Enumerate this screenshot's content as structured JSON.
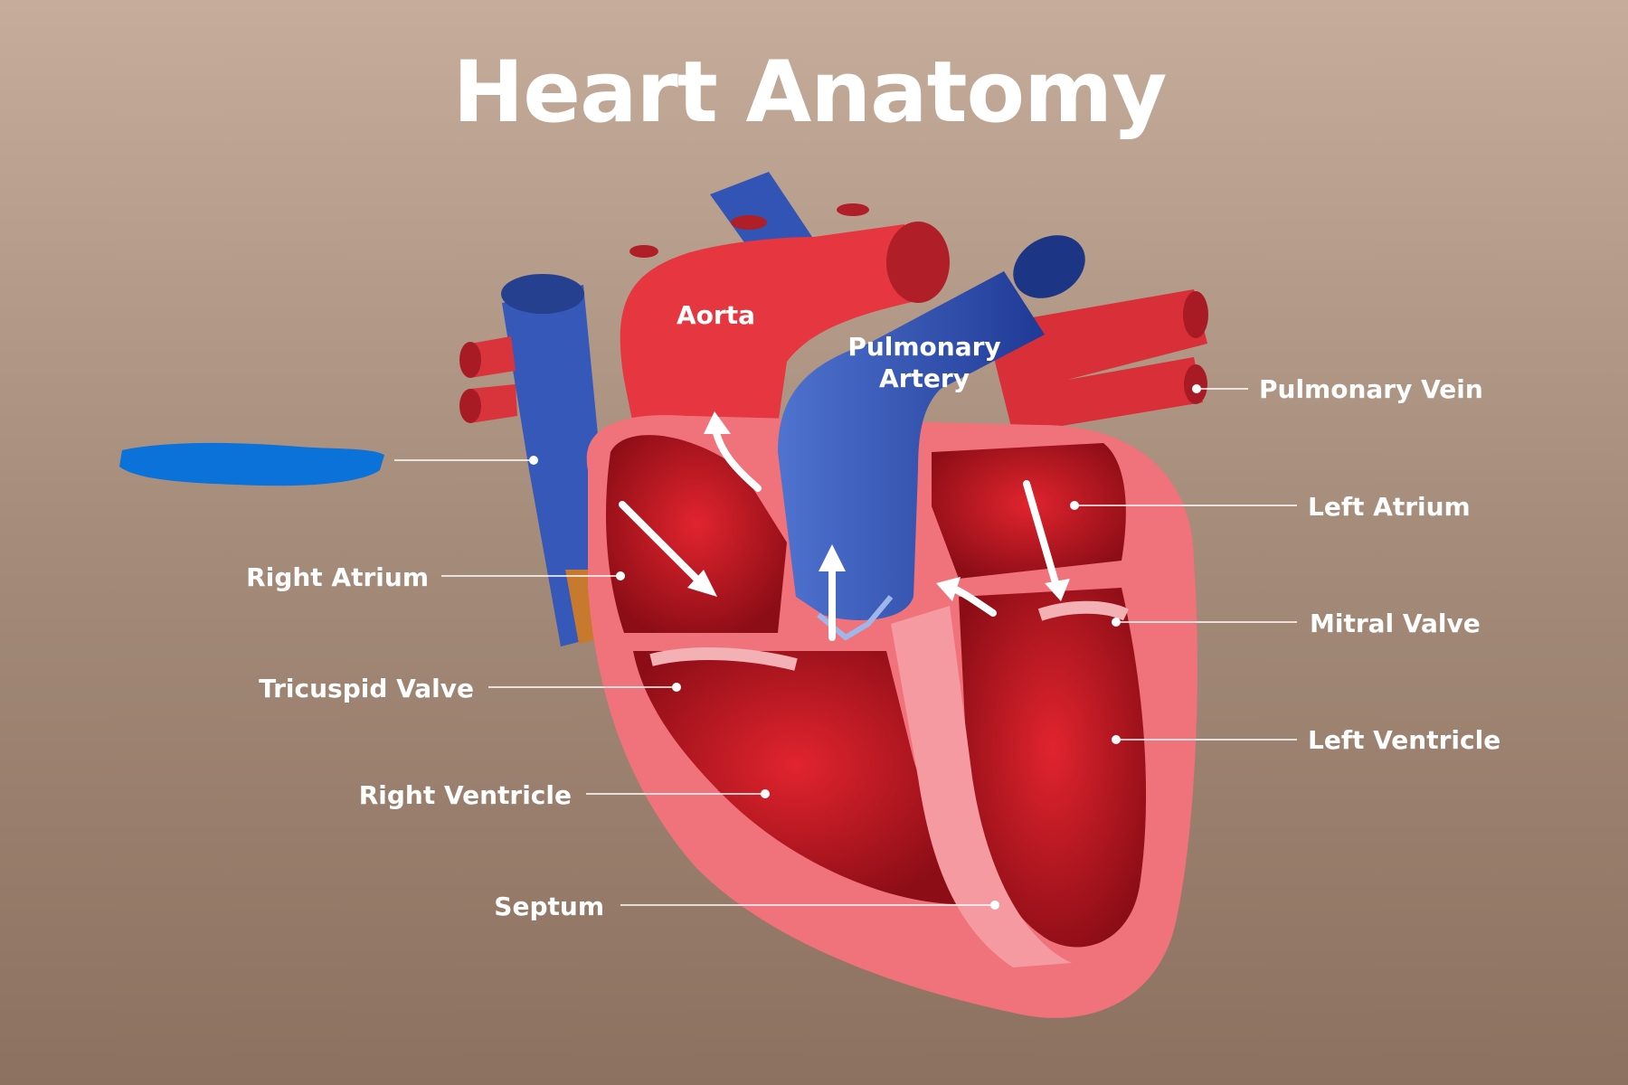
{
  "title": "Heart Anatomy",
  "labels": {
    "aorta": "Aorta",
    "pulmonary_artery_line1": "Pulmonary",
    "pulmonary_artery_line2": "Artery",
    "pulmonary_vein": "Pulmonary Vein",
    "left_atrium": "Left Atrium",
    "right_atrium": "Right Atrium",
    "mitral_valve": "Mitral Valve",
    "tricuspid_valve": "Tricuspid Valve",
    "left_ventricle": "Left Ventricle",
    "right_ventricle": "Right Ventricle",
    "septum": "Septum"
  },
  "colors": {
    "oxygenated": "#e8323c",
    "deoxygenated": "#2f52b0",
    "redaction": "#0a72d8"
  }
}
